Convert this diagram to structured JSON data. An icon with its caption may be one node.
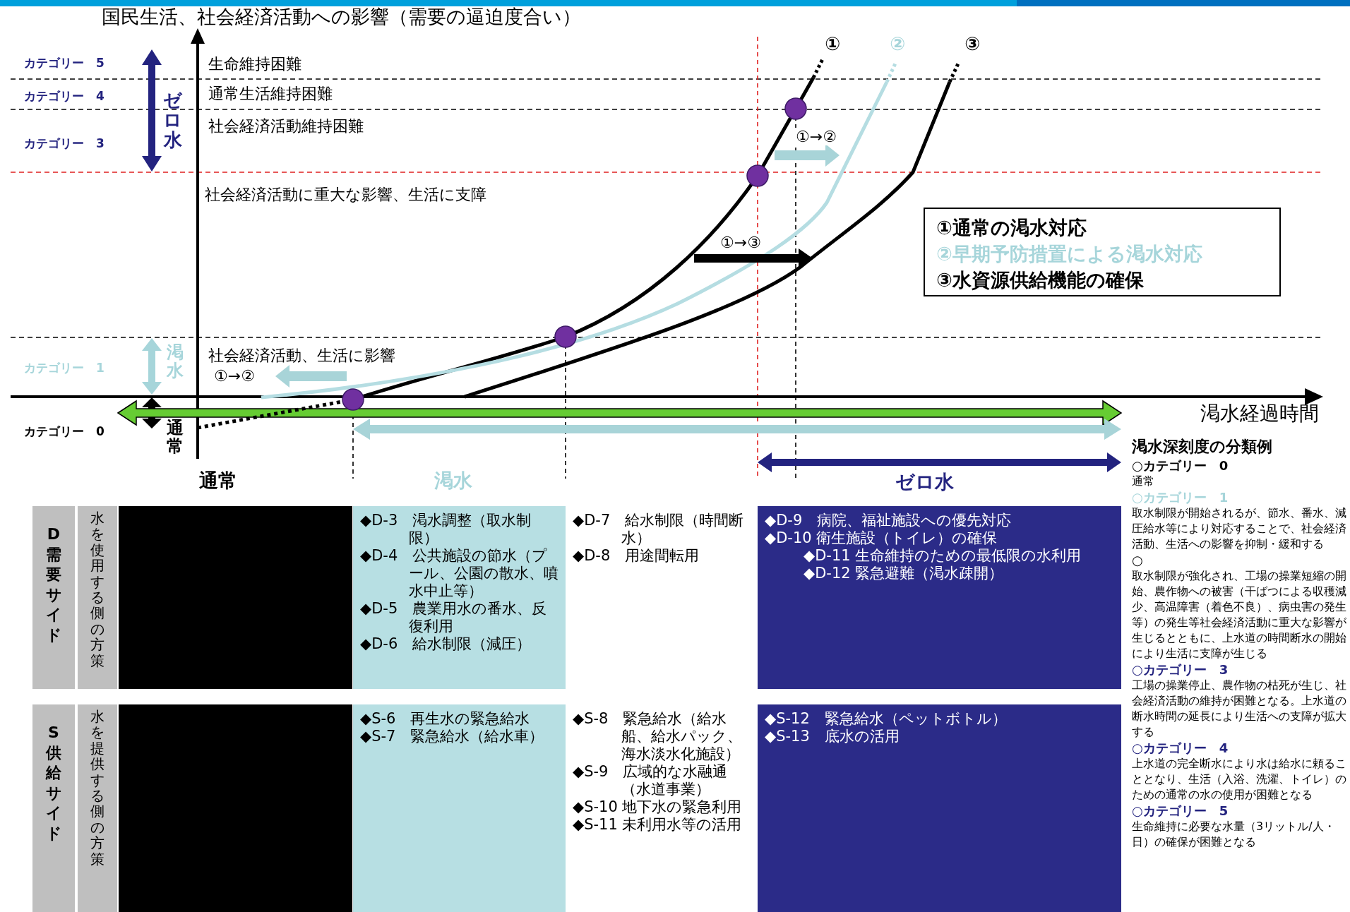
{
  "diagram": {
    "nodes": [
      {
        "text": [
          "D 需要サイド"
        ]
      },
      {
        "text": [
          "水を使用する側の方策"
        ]
      },
      {
        "text": [],
        "shape": "box"
      },
      {
        "text": [
          "◆D-3　渇水調整（取水制限）",
          "◆D-4　公共施設の節水（プール、公園の散水、噴水中止等）",
          "◆D-5　農業用水の番水、反復利用",
          "◆D-6　給水制限（減圧）"
        ]
      },
      {
        "text": [
          "◆D-7　給水制限（時間断水）",
          "◆D-8　用途間転用"
        ]
      },
      {
        "text": [
          "◆D-9　病院、福祉施設への優先対応",
          "◆D-10 衛生施設（トイレ）の確保",
          "◆D-11 生命維持のための最低限の水利用",
          "◆D-12 緊急避難（渇水疎開）"
        ]
      },
      {
        "text": [
          "S 供給サイド"
        ]
      },
      {
        "text": [
          "水を提供する側の方策"
        ]
      },
      {
        "text": [],
        "shape": "box"
      },
      {
        "text": [
          "◆S-6　再生水の緊急給水",
          "◆S-7　緊急給水（給水車）"
        ]
      },
      {
        "text": [
          "◆S-8　緊急給水（給水船、給水パック、海水淡水化施設）",
          "◆S-9　広域的な水融通（水道事業）",
          "◆S-10 地下水の緊急利用",
          "◆S-11 未利用水等の活用"
        ]
      },
      {
        "text": [
          "◆S-12　緊急給水（ペットボトル）",
          "◆S-13　底水の活用"
        ]
      },
      {
        "text": [
          "①通常の渇水対応",
          "②早期予防措置による渇水対応",
          "③水資源供給機能の確保"
        ]
      }
    ],
    "labels": [
      "国民生活、社会経済活動への影響（需要の逼迫度合い）",
      "①",
      "②",
      "③",
      "カテゴリー　5",
      "生命維持困難",
      "カテゴリー　4",
      "通常生活維持困難",
      "ゼロ水",
      "カテゴリー　3",
      "社会経済活動維持困難",
      "①→②",
      "社会経済活動に重大な影響、生活に支障",
      "①→③",
      "渇水",
      "カテゴリー　1",
      "社会経済活動、生活に影響",
      "①→②",
      "カテゴリー　0",
      "通常",
      "渇水経過時間",
      "通常",
      "渇水",
      "ゼロ水",
      "渇水深刻度の分類例",
      "○カテゴリー　0",
      "通常",
      "○カテゴリー　1",
      "取水制限が開始されるが、節水、番水、減圧給水等により対応することで、社会経済活動、生活への影響を抑制・緩和する",
      "○",
      "取水制限が強化され、工場の操業短縮の開始、農作物への被害（干ばつによる収穫減少、高温障害（着色不良）、病虫害の発生等）の発生等社会経済活動に重大な影響が生じるとともに、上水道の時間断水の開始により生活に支障が生じる",
      "○カテゴリー　3",
      "工場の操業停止、農作物の枯死が生じ、社会経済活動の維持が困難となる。上水道の断水時間の延長により生活への支障が拡大する",
      "○カテゴリー　4",
      "上水道の完全断水により水は給水に頼ることとなり、生活（入浴、洗濯、トイレ）のための通常の水の使用が困難となる",
      "○カテゴリー　5",
      "生命維持に必要な水量（3リットル/人・日）の確保が困難となる"
    ]
  }
}
